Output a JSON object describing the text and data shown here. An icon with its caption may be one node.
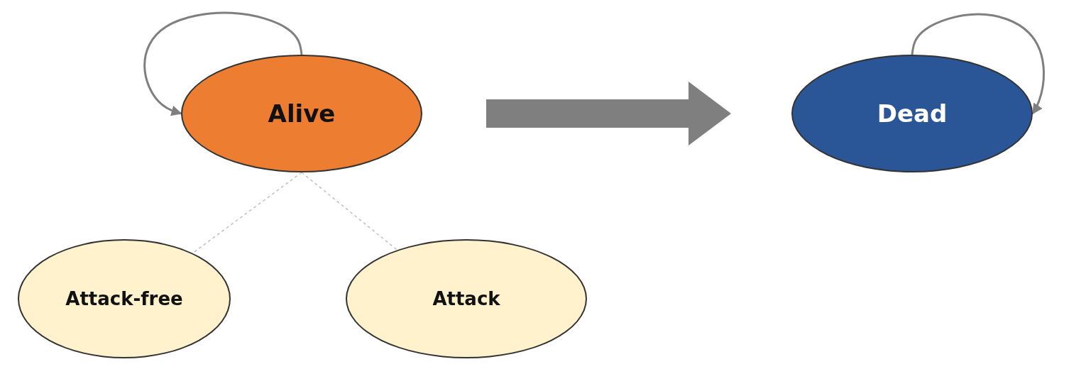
{
  "diagram": {
    "nodes": [
      {
        "text": [
          "Alive"
        ]
      },
      {
        "text": [
          "Dead"
        ]
      },
      {
        "text": [
          "Attack-free"
        ]
      },
      {
        "text": [
          "Attack"
        ]
      }
    ],
    "edges": [
      {
        "from": 0,
        "to": 0,
        "arrow": "to"
      },
      {
        "from": 0,
        "to": 1,
        "arrow": "to",
        "style": "thick"
      },
      {
        "from": 1,
        "to": 1,
        "arrow": "to"
      },
      {
        "from": 0,
        "to": 2,
        "arrow": "none",
        "style": "dashed",
        "color": "#bfbfbf"
      },
      {
        "from": 0,
        "to": 3,
        "arrow": "none",
        "style": "dashed",
        "color": "#bfbfbf"
      }
    ]
  }
}
